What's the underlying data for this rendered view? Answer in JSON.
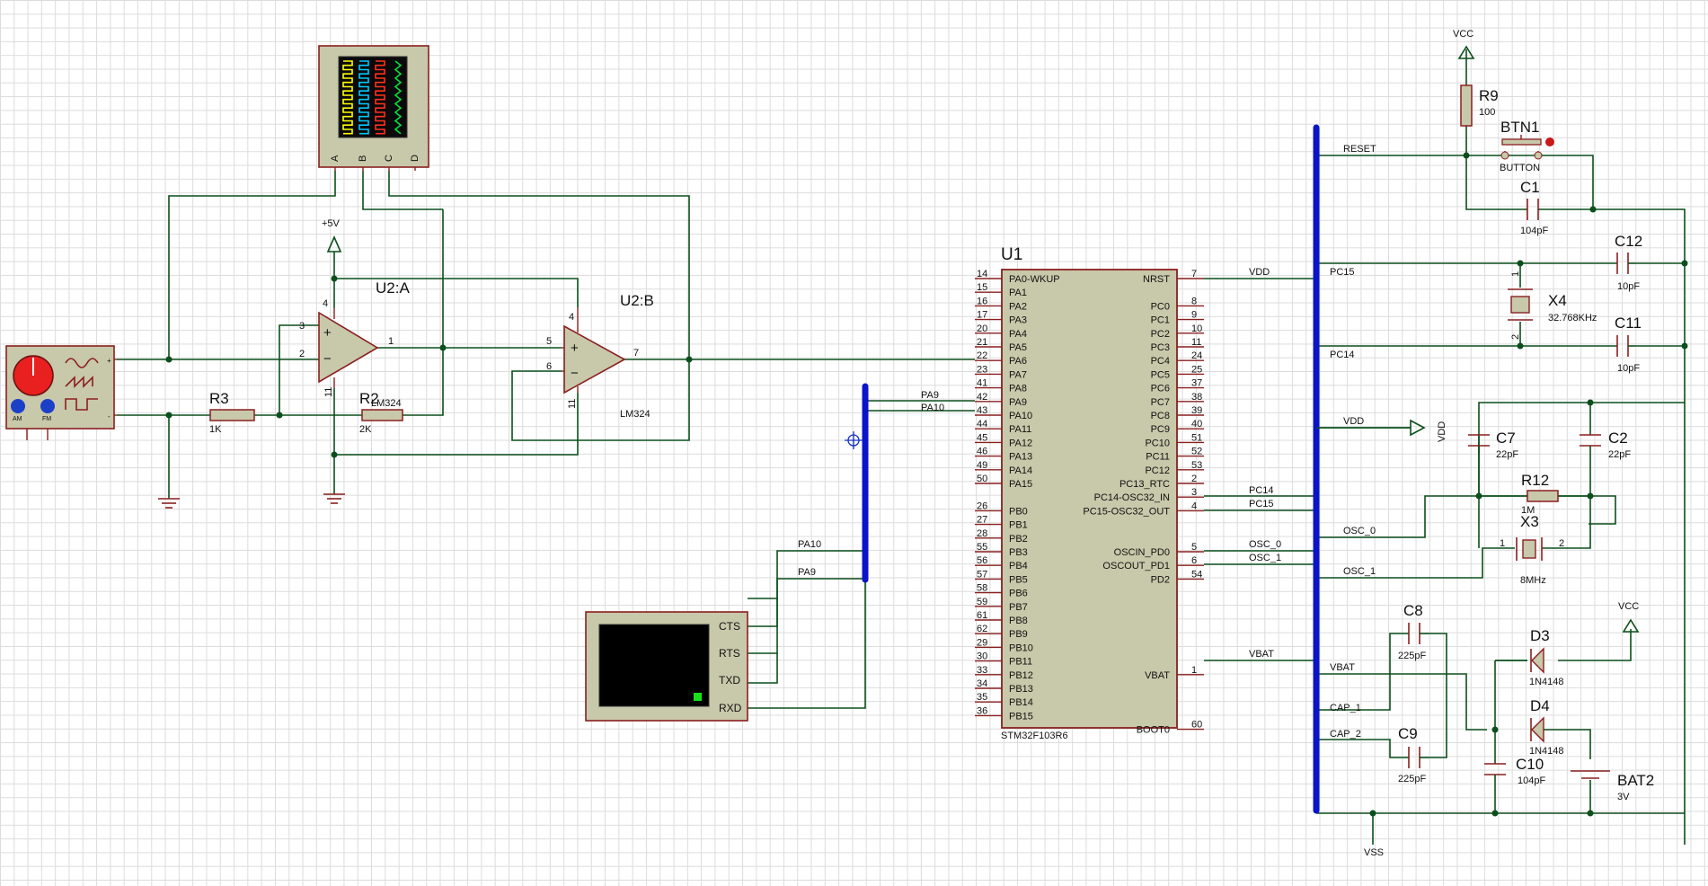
{
  "schematic": {
    "generator": {
      "knob_labels": [
        "AM",
        "FM"
      ],
      "terminals": [
        "+",
        "-"
      ]
    },
    "oscilloscope": {
      "channels": [
        "A",
        "B",
        "C",
        "D"
      ],
      "trace_colors": [
        "#ffff00",
        "#00c8ff",
        "#ff3020",
        "#00e040"
      ]
    },
    "terminal": {
      "pins": [
        "CTS",
        "RTS",
        "TXD",
        "RXD"
      ]
    },
    "power": {
      "vplus": "+5V",
      "vcc": "VCC",
      "vdd": "VDD",
      "vss": "VSS"
    },
    "opamps": {
      "a": {
        "ref": "U2:A",
        "part": "LM324",
        "pins": [
          "3",
          "2",
          "1",
          "4",
          "11"
        ]
      },
      "b": {
        "ref": "U2:B",
        "part": "LM324",
        "pins": [
          "5",
          "6",
          "7",
          "4",
          "11"
        ]
      }
    },
    "resistors": {
      "r3": {
        "ref": "R3",
        "value": "1K"
      },
      "r2": {
        "ref": "R2",
        "value": "2K"
      },
      "r9": {
        "ref": "R9",
        "value": "100"
      },
      "r12": {
        "ref": "R12",
        "value": "1M"
      }
    },
    "button": {
      "ref": "BTN1",
      "value": "BUTTON"
    },
    "capacitors": {
      "c1": {
        "ref": "C1",
        "value": "104pF"
      },
      "c12": {
        "ref": "C12",
        "value": "10pF"
      },
      "c11": {
        "ref": "C11",
        "value": "10pF"
      },
      "c7": {
        "ref": "C7",
        "value": "22pF"
      },
      "c2": {
        "ref": "C2",
        "value": "22pF"
      },
      "c8": {
        "ref": "C8",
        "value": "225pF"
      },
      "c9": {
        "ref": "C9",
        "value": "225pF"
      },
      "c10": {
        "ref": "C10",
        "value": "104pF"
      }
    },
    "crystals": {
      "x4": {
        "ref": "X4",
        "value": "32.768KHz",
        "pins": [
          "1",
          "2"
        ]
      },
      "x3": {
        "ref": "X3",
        "value": "8MHz",
        "pins": [
          "1",
          "2"
        ]
      }
    },
    "diodes": {
      "d3": {
        "ref": "D3",
        "value": "1N4148"
      },
      "d4": {
        "ref": "D4",
        "value": "1N4148"
      }
    },
    "battery": {
      "ref": "BAT2",
      "value": "3V"
    },
    "mcu": {
      "ref": "U1",
      "part": "STM32F103R6",
      "left_pins": [
        {
          "num": "14",
          "name": "PA0-WKUP"
        },
        {
          "num": "15",
          "name": "PA1"
        },
        {
          "num": "16",
          "name": "PA2"
        },
        {
          "num": "17",
          "name": "PA3"
        },
        {
          "num": "20",
          "name": "PA4"
        },
        {
          "num": "21",
          "name": "PA5"
        },
        {
          "num": "22",
          "name": "PA6"
        },
        {
          "num": "23",
          "name": "PA7"
        },
        {
          "num": "41",
          "name": "PA8"
        },
        {
          "num": "42",
          "name": "PA9"
        },
        {
          "num": "43",
          "name": "PA10"
        },
        {
          "num": "44",
          "name": "PA11"
        },
        {
          "num": "45",
          "name": "PA12"
        },
        {
          "num": "46",
          "name": "PA13"
        },
        {
          "num": "49",
          "name": "PA14"
        },
        {
          "num": "50",
          "name": "PA15"
        },
        {
          "num": "26",
          "name": "PB0"
        },
        {
          "num": "27",
          "name": "PB1"
        },
        {
          "num": "28",
          "name": "PB2"
        },
        {
          "num": "55",
          "name": "PB3"
        },
        {
          "num": "56",
          "name": "PB4"
        },
        {
          "num": "57",
          "name": "PB5"
        },
        {
          "num": "58",
          "name": "PB6"
        },
        {
          "num": "59",
          "name": "PB7"
        },
        {
          "num": "61",
          "name": "PB8"
        },
        {
          "num": "62",
          "name": "PB9"
        },
        {
          "num": "29",
          "name": "PB10"
        },
        {
          "num": "30",
          "name": "PB11"
        },
        {
          "num": "33",
          "name": "PB12"
        },
        {
          "num": "34",
          "name": "PB13"
        },
        {
          "num": "35",
          "name": "PB14"
        },
        {
          "num": "36",
          "name": "PB15"
        }
      ],
      "right_pins": [
        {
          "num": "7",
          "name": "NRST"
        },
        {
          "num": "8",
          "name": "PC0"
        },
        {
          "num": "9",
          "name": "PC1"
        },
        {
          "num": "10",
          "name": "PC2"
        },
        {
          "num": "11",
          "name": "PC3"
        },
        {
          "num": "24",
          "name": "PC4"
        },
        {
          "num": "25",
          "name": "PC5"
        },
        {
          "num": "37",
          "name": "PC6"
        },
        {
          "num": "38",
          "name": "PC7"
        },
        {
          "num": "39",
          "name": "PC8"
        },
        {
          "num": "40",
          "name": "PC9"
        },
        {
          "num": "51",
          "name": "PC10"
        },
        {
          "num": "52",
          "name": "PC11"
        },
        {
          "num": "53",
          "name": "PC12"
        },
        {
          "num": "2",
          "name": "PC13_RTC"
        },
        {
          "num": "3",
          "name": "PC14-OSC32_IN"
        },
        {
          "num": "4",
          "name": "PC15-OSC32_OUT"
        },
        {
          "num": "5",
          "name": "OSCIN_PD0"
        },
        {
          "num": "6",
          "name": "OSCOUT_PD1"
        },
        {
          "num": "54",
          "name": "PD2"
        },
        {
          "num": "1",
          "name": "VBAT"
        },
        {
          "num": "60",
          "name": "BOOT0"
        }
      ]
    },
    "net_labels": {
      "pa9": "PA9",
      "pa10": "PA10",
      "vdd": "VDD",
      "pc14": "PC14",
      "pc15": "PC15",
      "osc0": "OSC_0",
      "osc1": "OSC_1",
      "vbat": "VBAT",
      "reset": "RESET",
      "cap1": "CAP_1",
      "cap2": "CAP_2"
    }
  }
}
